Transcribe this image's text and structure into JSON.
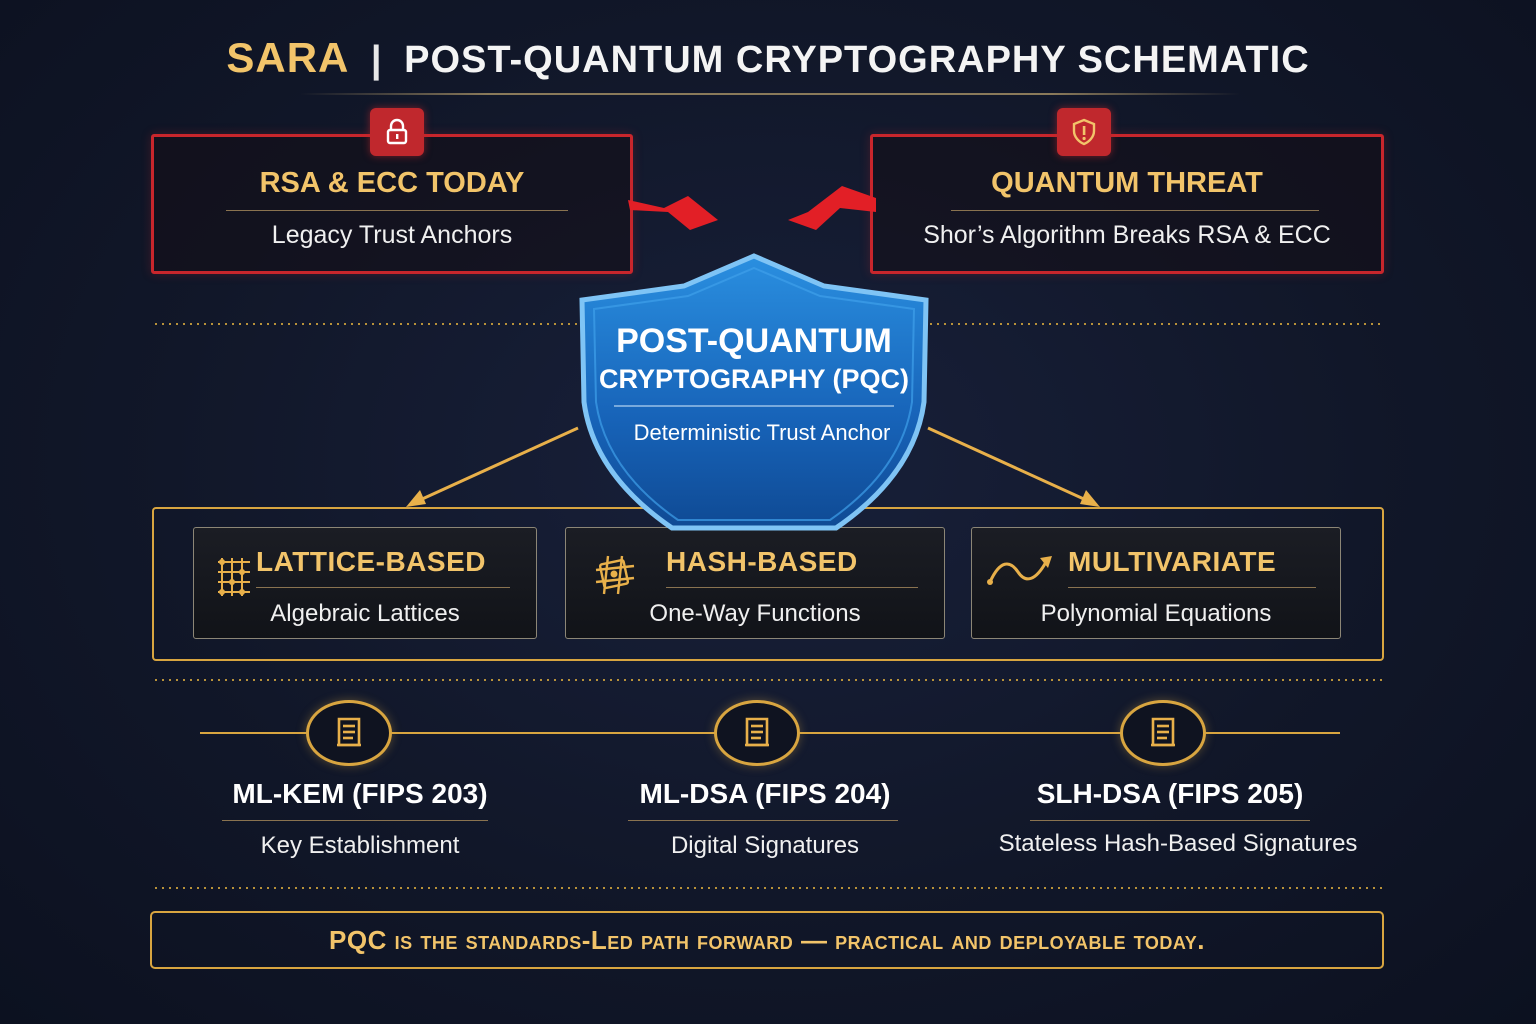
{
  "header": {
    "brand": "SARA",
    "separator": "|",
    "title": "POST-QUANTUM CRYPTOGRAPHY SCHEMATIC"
  },
  "legacy_card": {
    "icon": "lock-icon",
    "title": "RSA & ECC TODAY",
    "subtitle": "Legacy Trust Anchors"
  },
  "threat_card": {
    "icon": "warning-shield-icon",
    "title": "QUANTUM THREAT",
    "subtitle": "Shor’s Algorithm Breaks RSA & ECC"
  },
  "shield": {
    "title_line1": "POST-QUANTUM",
    "title_line2": "CRYPTOGRAPHY (PQC)",
    "subtitle": "Deterministic Trust Anchor"
  },
  "families": [
    {
      "icon": "lattice-grid-icon",
      "title": "LATTICE-BASED",
      "subtitle": "Algebraic Lattices"
    },
    {
      "icon": "hash-function-icon",
      "title": "HASH-BASED",
      "subtitle": "One-Way Functions"
    },
    {
      "icon": "curve-arrow-icon",
      "title": "MULTIVARIATE",
      "subtitle": "Polynomial Equations"
    }
  ],
  "standards": [
    {
      "icon": "document-scroll-icon",
      "title": "ML-KEM (FIPS 203)",
      "subtitle": "Key Establishment"
    },
    {
      "icon": "document-scroll-icon",
      "title": "ML-DSA (FIPS 204)",
      "subtitle": "Digital Signatures"
    },
    {
      "icon": "document-scroll-icon",
      "title": "SLH-DSA (FIPS 205)",
      "subtitle": "Stateless Hash-Based Signatures"
    }
  ],
  "footer": {
    "text": "PQC is the standards-Led path forward — practical and deployable today."
  },
  "colors": {
    "background": "#111729",
    "gold": "#f2c46a",
    "gold_border": "#d8a540",
    "threat_red": "#c8262c",
    "shield_blue": "#1f74c4"
  }
}
